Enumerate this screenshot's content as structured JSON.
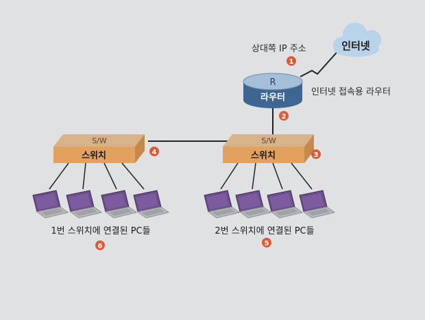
{
  "cloud": {
    "label": "인터넷"
  },
  "peer_ip_label": "상대쪽 IP 주소",
  "router": {
    "letter": "R",
    "label": "라우터",
    "caption": "인터넷 접속용 라우터"
  },
  "switch_left": {
    "top_label": "S/W",
    "label": "스위치"
  },
  "switch_right": {
    "top_label": "S/W",
    "label": "스위치"
  },
  "group_left_caption": "1번 스위치에 연결된 PC들",
  "group_right_caption": "2번 스위치에 연결된 PC들",
  "markers": [
    "1",
    "2",
    "3",
    "4",
    "5",
    "6"
  ],
  "colors": {
    "background": "#dfe1e3",
    "cloud": "#b9d3ea",
    "router_top": "#a6bfd8",
    "router_body": "#3e6692",
    "switch_front": "#e2a25e",
    "switch_top": "#d8b387",
    "marker": "#de5a36",
    "laptop_screen": "#6d4f8c",
    "laptop_base": "#b9bbbf"
  }
}
